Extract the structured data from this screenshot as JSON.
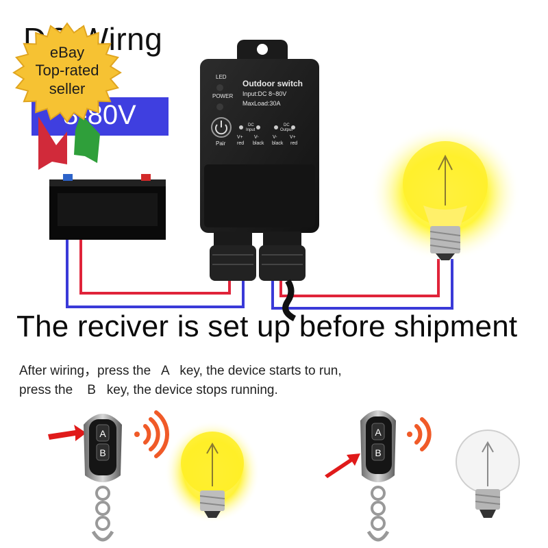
{
  "title": "DC Wirng",
  "voltage_banner": "8-80V",
  "badge": {
    "line1": "eBay",
    "line2": "Top-rated",
    "line3": "seller"
  },
  "device": {
    "led_label": "LED",
    "power_label": "POWER",
    "name": "Outdoor switch",
    "input": "Input:DC 8~80V",
    "maxload": "MaxLoad:30A",
    "pair_label": "Pair",
    "input_terminals": {
      "header_top": "DC",
      "header_bottom": "Input",
      "v_plus": "V+",
      "v_minus": "V-",
      "wire_red": "red",
      "wire_black": "black"
    },
    "output_terminals": {
      "header_top": "DC",
      "header_bottom": "Output",
      "v_minus": "V-",
      "v_plus": "V+",
      "wire_black": "black",
      "wire_red": "red"
    }
  },
  "headline": "The reciver is set up before shipment",
  "instructions": {
    "line1": "After wiring，press the   A   key, the device starts to run,",
    "line2": "press the    B   key, the device stops running."
  },
  "remote_left": {
    "key_a": "A",
    "key_b": "B"
  },
  "remote_right": {
    "key_a": "A",
    "key_b": "B"
  },
  "colors": {
    "wire_red": "#e0243a",
    "wire_blue": "#3a3ad8",
    "banner": "#3f3fe0",
    "badge_gold": "#f6c233",
    "bulb_glow": "#ffef2a",
    "arrow_red": "#e01a1a",
    "signal_orange": "#f05a28"
  }
}
